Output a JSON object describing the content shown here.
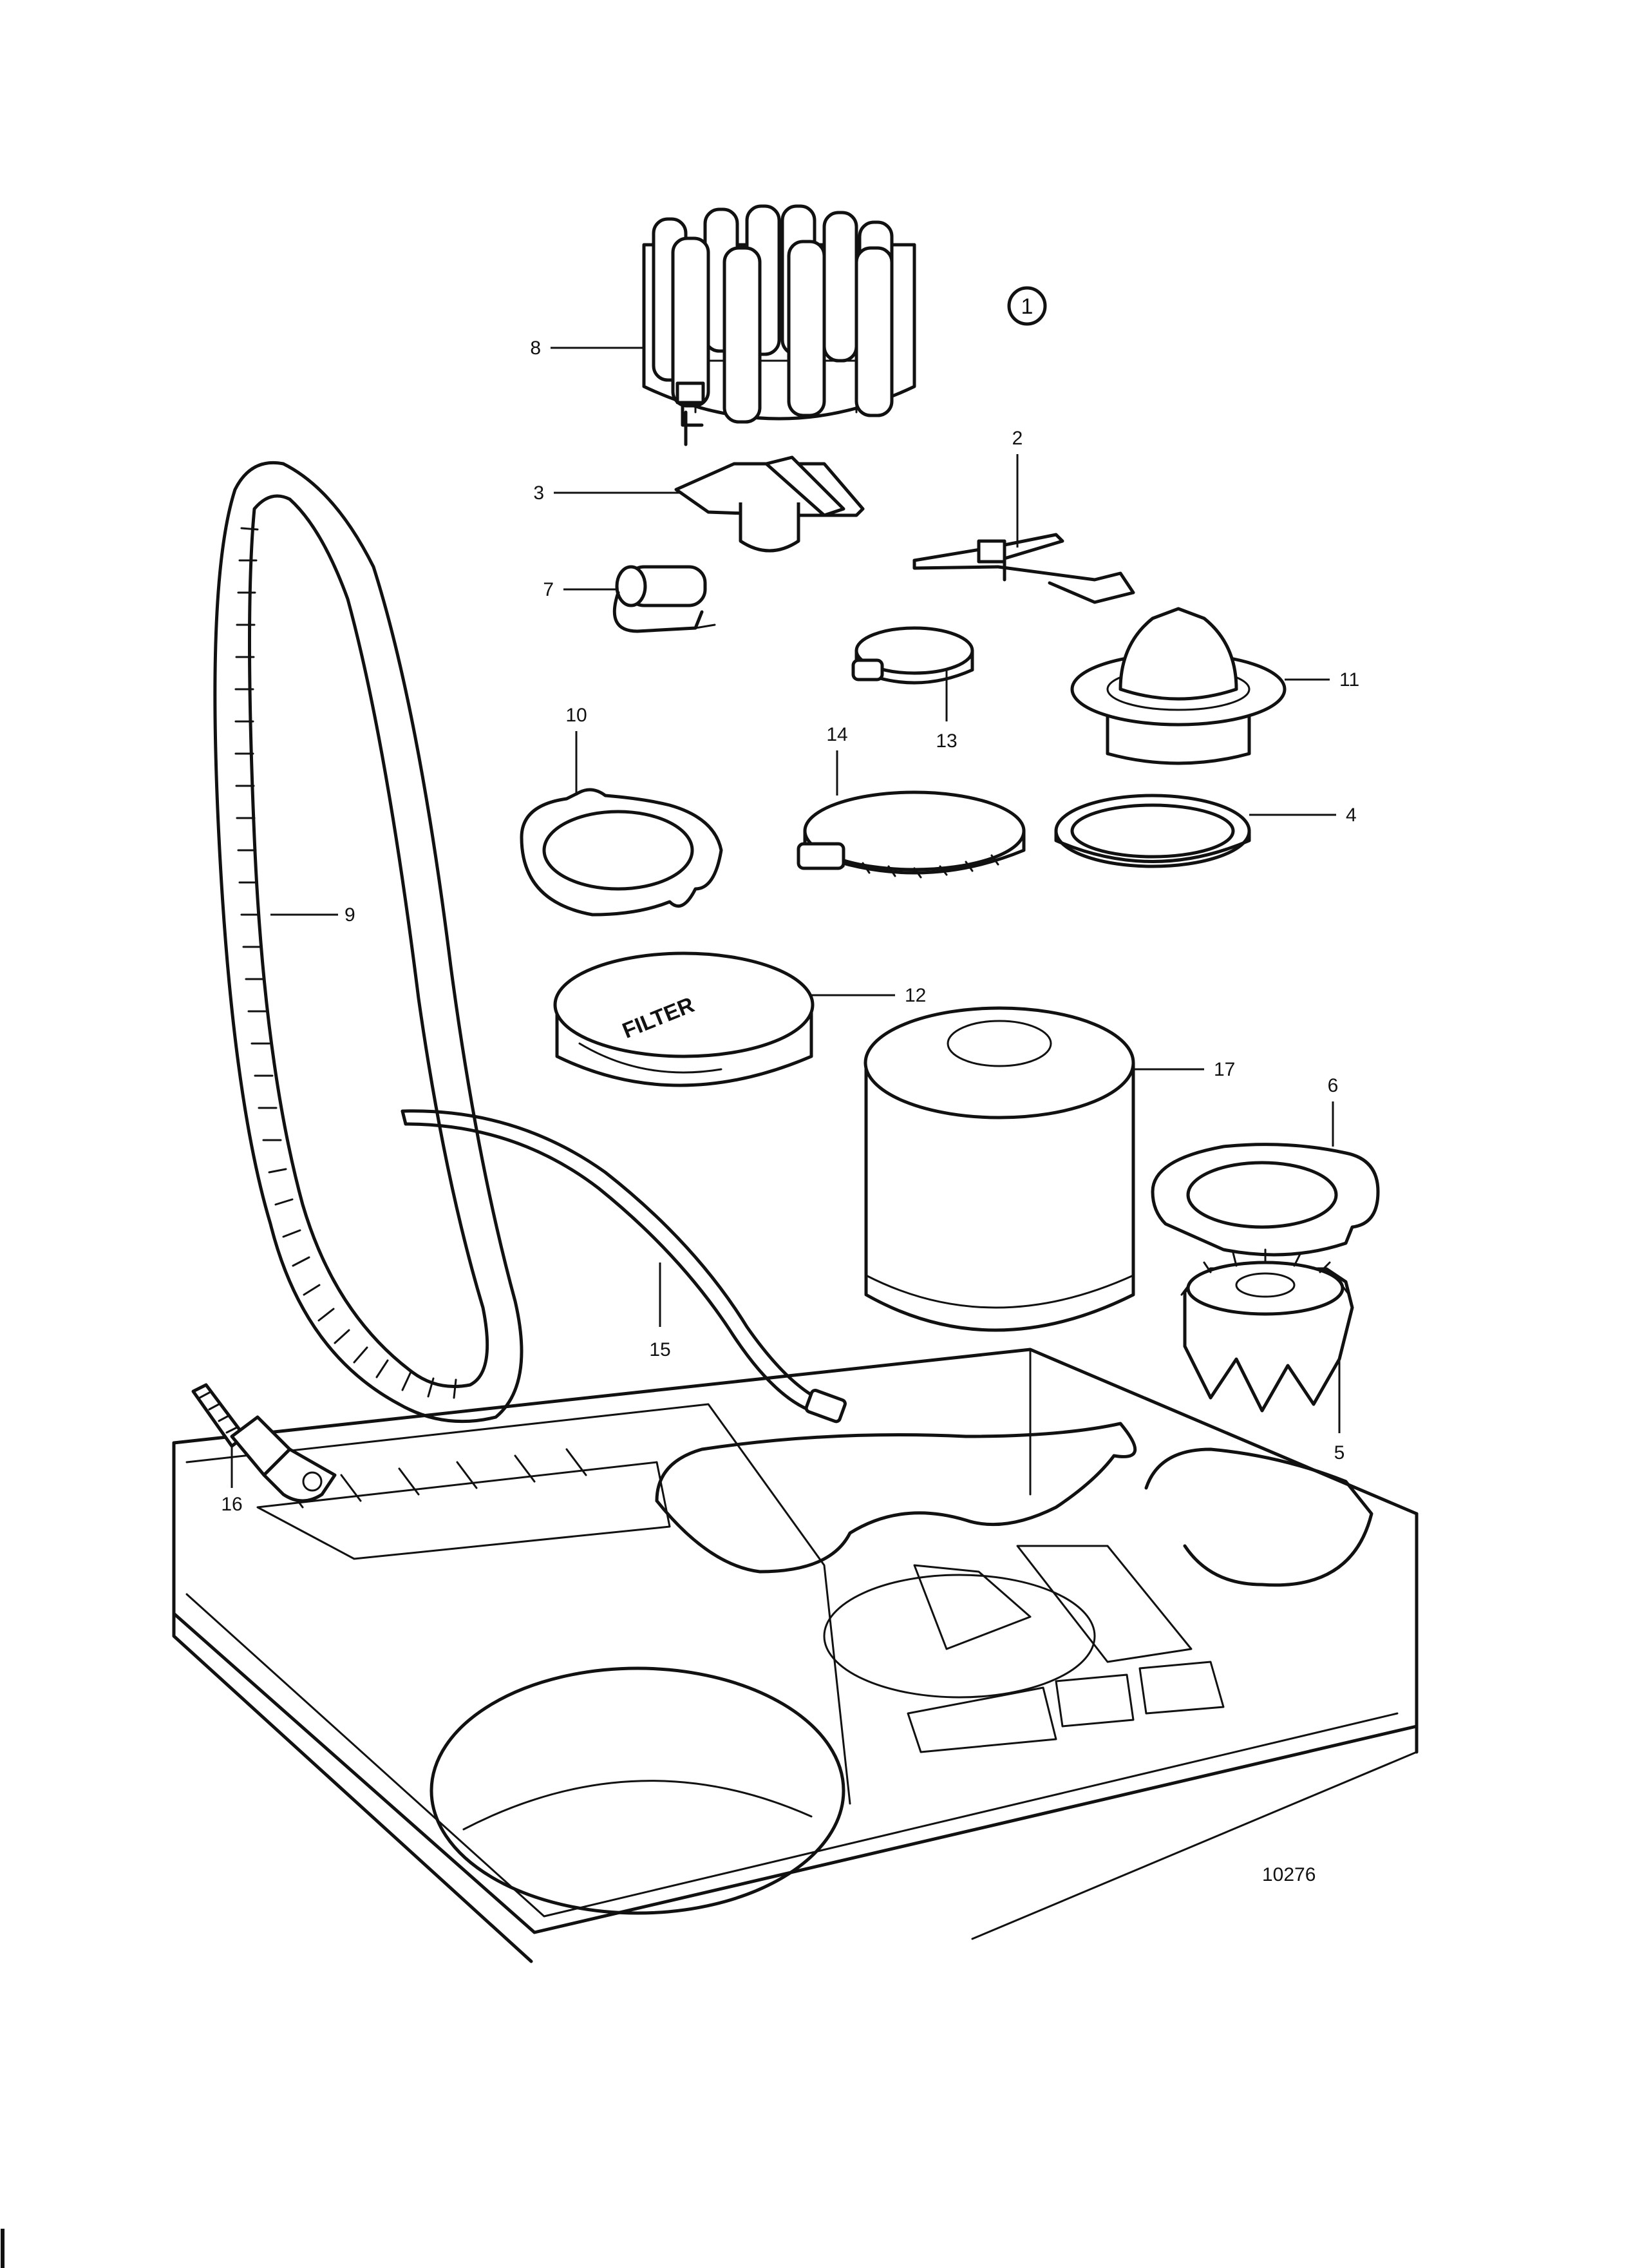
{
  "figure_circle_number": "1",
  "drawing_number": "10276",
  "callouts": [
    "2",
    "3",
    "4",
    "5",
    "6",
    "7",
    "8",
    "9",
    "10",
    "11",
    "12",
    "13",
    "14",
    "15",
    "16",
    "17"
  ],
  "filter_lid_text": "FILTER"
}
